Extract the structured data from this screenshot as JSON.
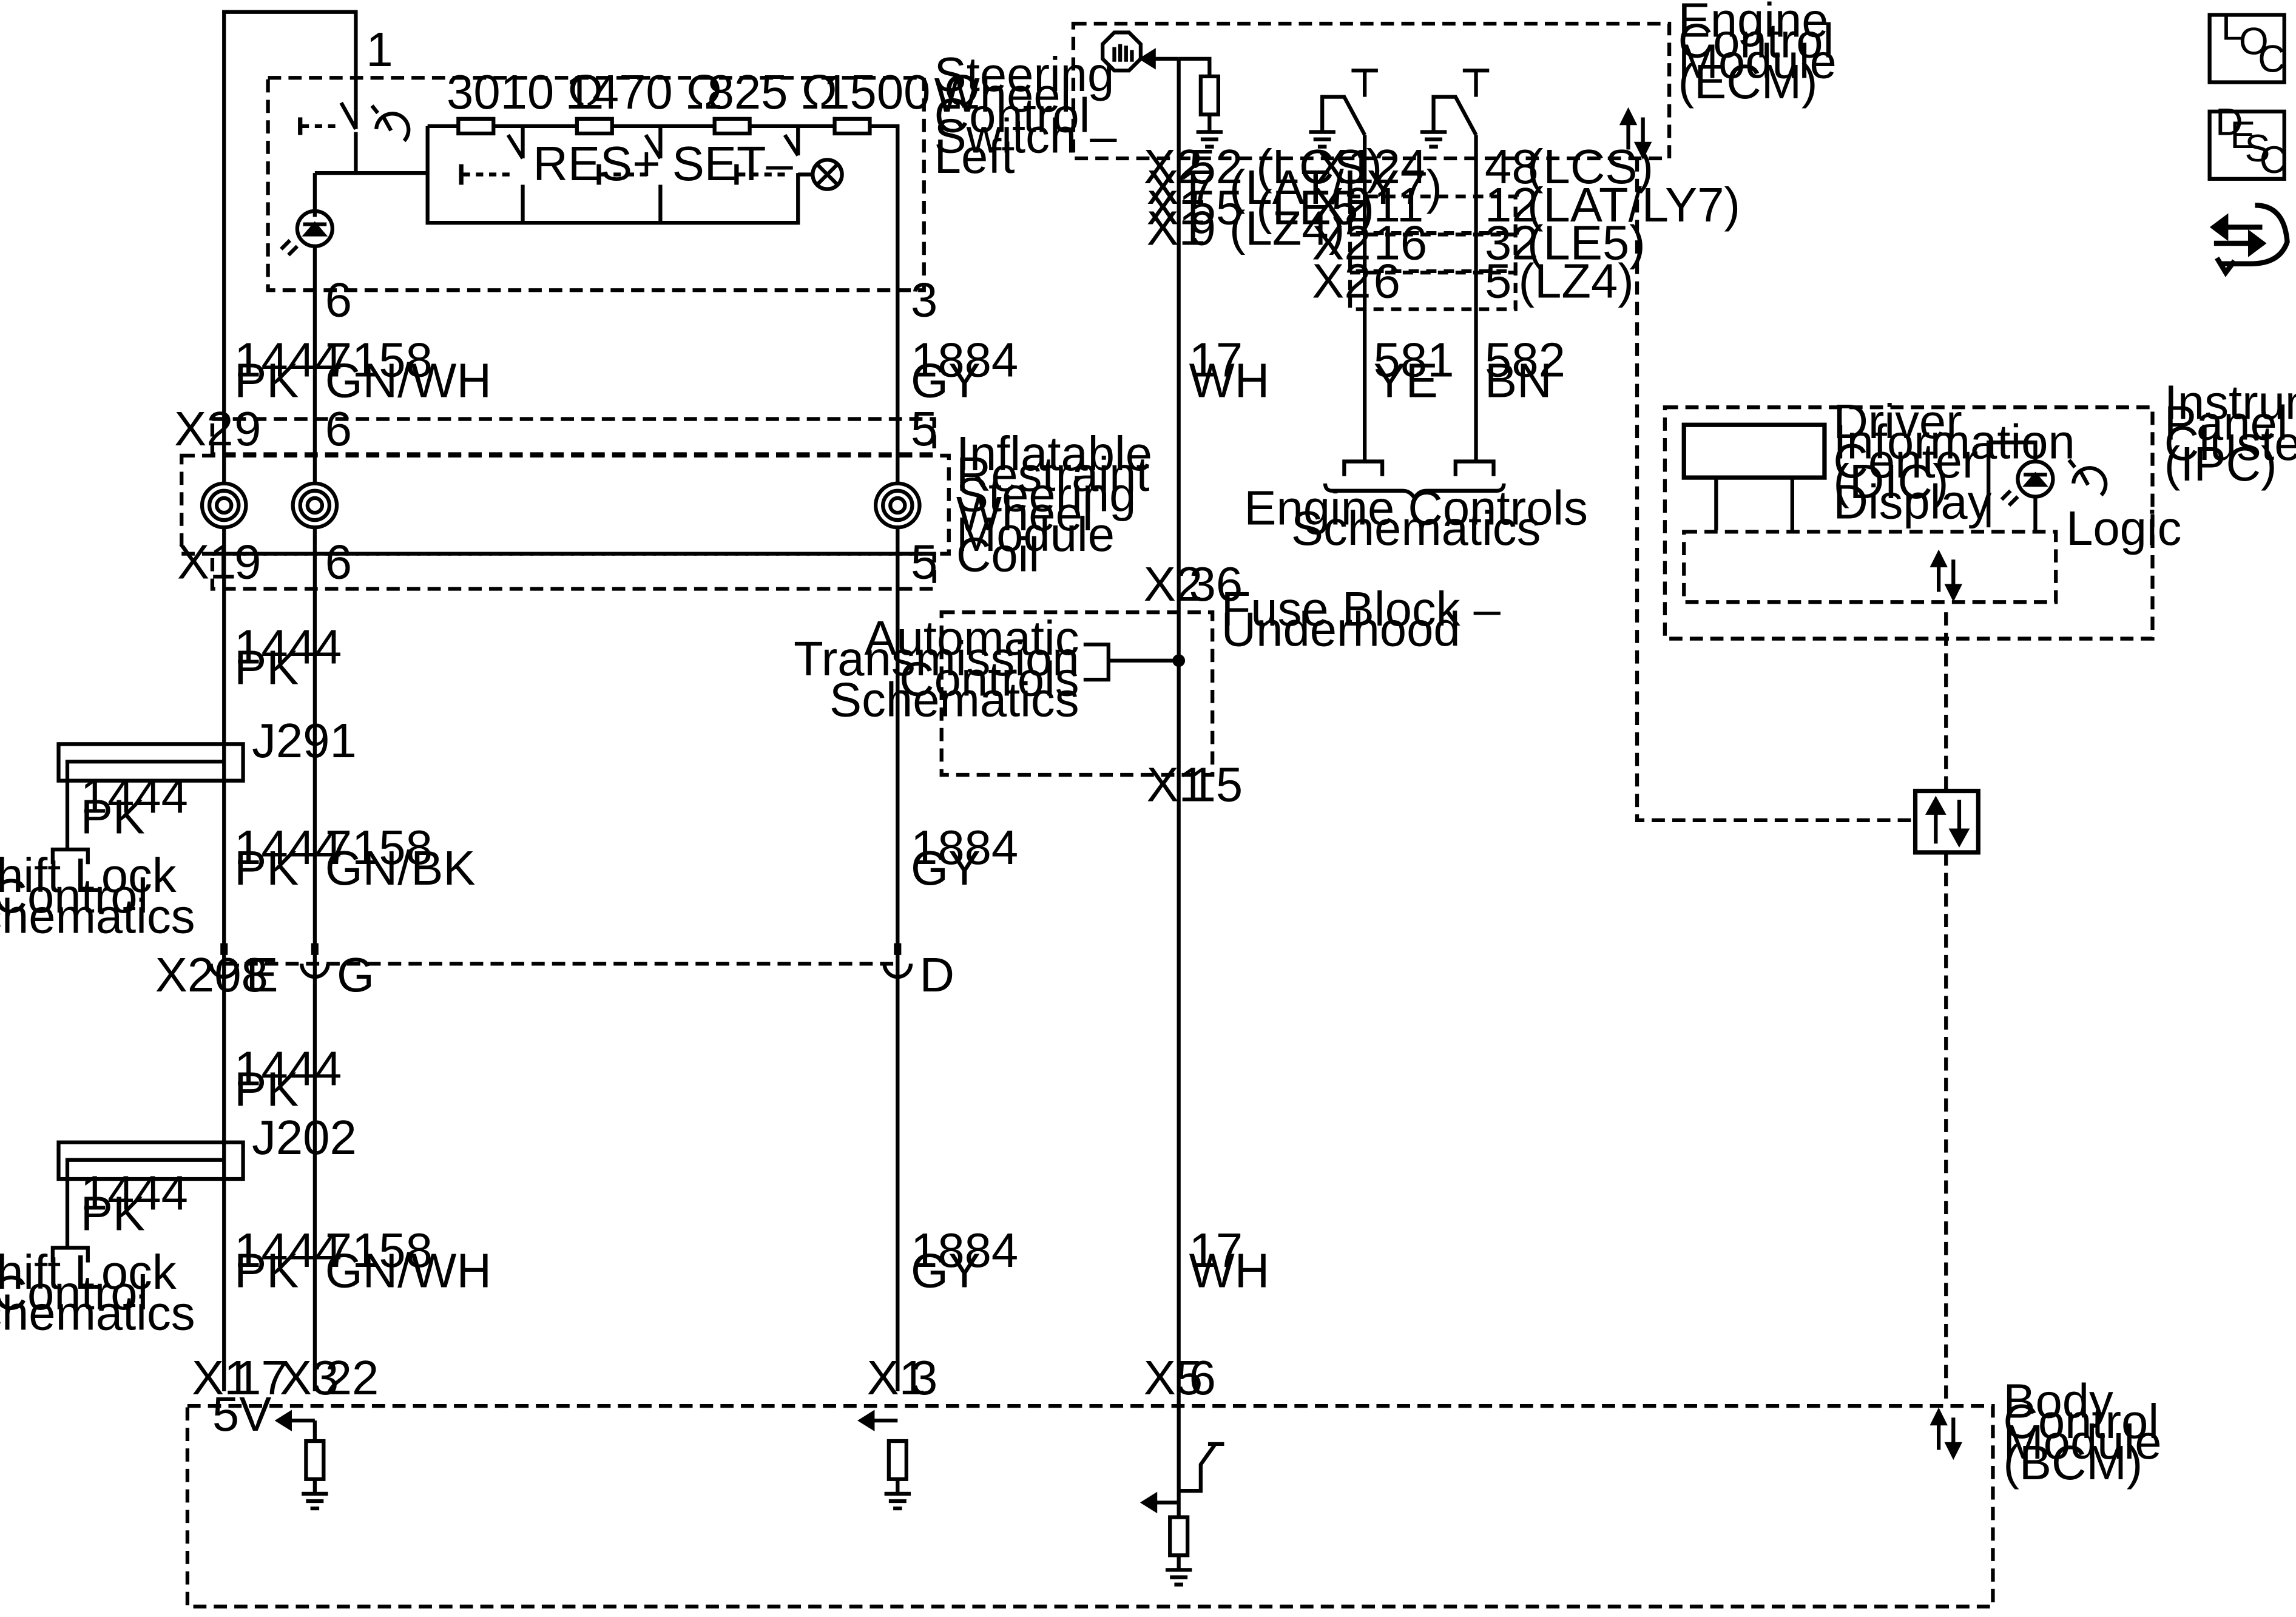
{
  "labels": {
    "pin_1": "1",
    "r1": "3010 Ω",
    "r2": "1470 Ω",
    "r3": "825 Ω",
    "r4": "1500 Ω",
    "res_plus": "RES+",
    "set_minus": "SET–",
    "swcs_l1": "Steering",
    "swcs_l2": "Wheel",
    "swcs_l3": "Control",
    "swcs_l4": "Switch –",
    "swcs_l5": "Left",
    "pin_6_top": "6",
    "pin_3_top": "3",
    "w1444_a": "1444",
    "pk_a": "PK",
    "w7158_a": "7158",
    "gnwh_a": "GN/WH",
    "w1884_a": "1884",
    "gy_a": "GY",
    "x2_coil": "X2",
    "p9_x2": "9",
    "p6_x2": "6",
    "p5_x2": "5",
    "x1_coil": "X1",
    "p9_x1": "9",
    "p6_x1": "6",
    "p5_x1": "5",
    "coil_l1": "Inflatable",
    "coil_l2": "Restraint",
    "coil_l3": "Steering",
    "coil_l4": "Wheel",
    "coil_l5": "Module",
    "coil_l6": "Coil",
    "w1444_b": "1444",
    "pk_b": "PK",
    "j291": "J291",
    "w1444_c": "1444",
    "pk_c": "PK",
    "slc1_l1": "Shift Lock",
    "slc1_l2": "Control",
    "slc1_l3": "Schematics",
    "w1444_d": "1444",
    "pk_d": "PK",
    "w7158_b": "7158",
    "gnbk_b": "GN/BK",
    "w1884_b": "1884",
    "gy_b": "GY",
    "x208": "X208",
    "pin_e": "E",
    "pin_g": "G",
    "pin_d": "D",
    "w1444_e": "1444",
    "pk_e": "PK",
    "j202": "J202",
    "w1444_f": "1444",
    "pk_f": "PK",
    "slc2_l1": "Shift Lock",
    "slc2_l2": "Control",
    "slc2_l3": "Schematics",
    "w1444_g": "1444",
    "pk_g": "PK",
    "w7158_c": "7158",
    "gnwh_c": "GN/WH",
    "w1884_c": "1884",
    "gy_c": "GY",
    "bcm_x1": "X1",
    "bcm_17": "17",
    "bcm_x3": "X3",
    "bcm_22": "22",
    "bcm_x1b": "X1",
    "bcm_3": "3",
    "bcm_x5": "X5",
    "bcm_6": "6",
    "v5": "5V",
    "bcm_l1": "Body",
    "bcm_l2": "Control",
    "bcm_l3": "Module",
    "bcm_l4": "(BCM)",
    "ecm_x2a": "X2",
    "ecm_52": "52 (LCS)",
    "ecm_x1a": "X1",
    "ecm_7": "7 (LAT/LY7)",
    "ecm_x1b": "X1",
    "ecm_55": "55 (LE5)",
    "ecm_x1c": "X1",
    "ecm_9": "9 (LZ4)",
    "ecm_r_x1": "X1",
    "ecm_24": "24",
    "ecm_48": "48",
    "ecm_lcs": "(LCS)",
    "ecm_r_x2a": "X2",
    "ecm_11": "11",
    "ecm_12": "12",
    "ecm_laly7": "(LAT/LY7)",
    "ecm_r_x2b": "X2",
    "ecm_16": "16",
    "ecm_32": "32",
    "ecm_le5": "(LE5)",
    "ecm_r_x2c": "X2",
    "ecm_6": "6",
    "ecm_5": "5",
    "ecm_lz4": "(LZ4)",
    "ecm_l1": "Engine",
    "ecm_l2": "Control",
    "ecm_l3": "Module",
    "ecm_l4": "(ECM)",
    "w17_a": "17",
    "wh_a": "WH",
    "w581": "581",
    "ye": "YE",
    "w582": "582",
    "bn": "BN",
    "ecs_l1": "Engine Controls",
    "ecs_l2": "Schematics",
    "fb_x2": "X2",
    "fb_36": "36",
    "fb_l1": "Fuse Block –",
    "fb_l2": "Underhood",
    "atc_l1": "Automatic",
    "atc_l2": "Transmission",
    "atc_l3": "Controls",
    "atc_l4": "Schematics",
    "fb_x1": "X1",
    "fb_15": "15",
    "w17_b": "17",
    "wh_b": "WH",
    "dic_l1": "Driver",
    "dic_l2": "Information",
    "dic_l3": "Center",
    "dic_l4": "(DIC)",
    "dic_l5": "Display",
    "logic": "Logic",
    "ipc_l1": "Instrument",
    "ipc_l2": "Panel",
    "ipc_l3": "Cluster",
    "ipc_l4": "(IPC)",
    "loc_l": "L",
    "loc_o": "O",
    "loc_c": "C",
    "desc_d": "D",
    "desc_e": "E",
    "desc_s": "S",
    "desc_c": "C"
  }
}
